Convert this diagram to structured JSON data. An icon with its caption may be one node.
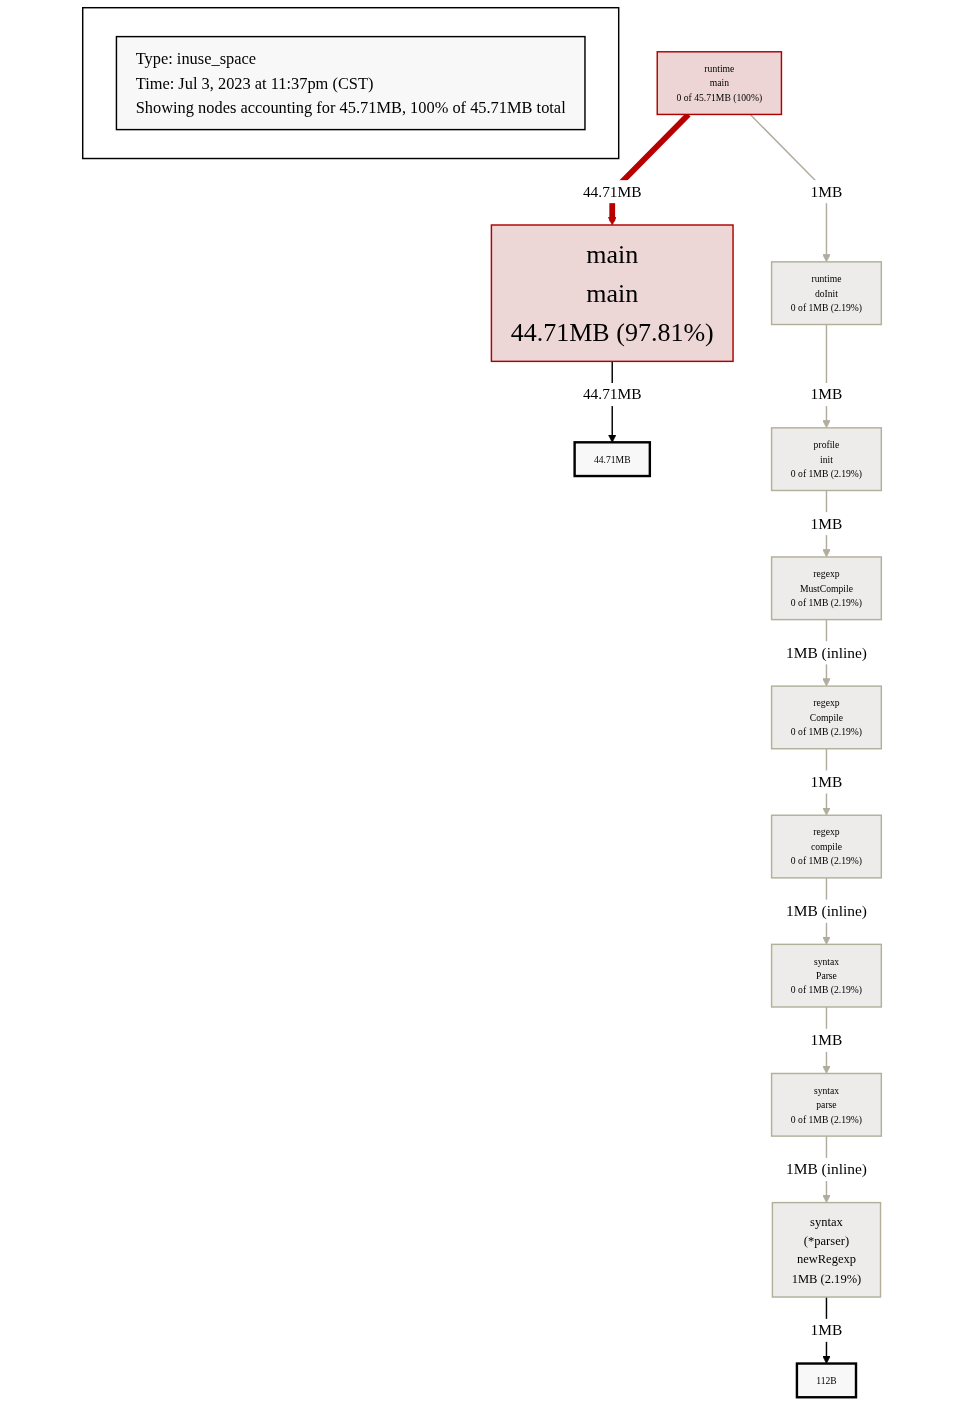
{
  "diagram": {
    "nodes": [
      {
        "text": [],
        "shape": "box"
      },
      {
        "text": [
          "Type: inuse_space",
          "Time: Jul 3, 2023 at 11:37pm (CST)",
          "Showing nodes accounting for 45.71MB, 100% of 45.71MB total"
        ],
        "in": 0
      },
      {
        "text": [
          "runtime",
          "main",
          "0 of 45.71MB (100%)"
        ]
      },
      {
        "text": [
          "main",
          "main",
          "44.71MB (97.81%)"
        ]
      },
      {
        "text": [
          "44.71MB"
        ]
      },
      {
        "text": [
          "runtime",
          "doInit",
          "0 of 1MB (2.19%)"
        ]
      },
      {
        "text": [
          "profile",
          "init",
          "0 of 1MB (2.19%)"
        ]
      },
      {
        "text": [
          "regexp",
          "MustCompile",
          "0 of 1MB (2.19%)"
        ]
      },
      {
        "text": [
          "regexp",
          "Compile",
          "0 of 1MB (2.19%)"
        ]
      },
      {
        "text": [
          "regexp",
          "compile",
          "0 of 1MB (2.19%)"
        ]
      },
      {
        "text": [
          "syntax",
          "Parse",
          "0 of 1MB (2.19%)"
        ]
      },
      {
        "text": [
          "syntax",
          "parse",
          "0 of 1MB (2.19%)"
        ]
      },
      {
        "text": [
          "syntax",
          "(*parser)",
          "newRegexp",
          "1MB (2.19%)"
        ]
      },
      {
        "text": [
          "112B"
        ]
      }
    ],
    "edges": [
      {
        "from": 2,
        "to": 3,
        "arrow": "to",
        "label": "44.71MB",
        "style": "thick",
        "color": "#b80000"
      },
      {
        "from": 2,
        "to": 5,
        "arrow": "to",
        "label": "1MB"
      },
      {
        "from": 3,
        "to": 4,
        "arrow": "to",
        "label": "44.71MB",
        "color": "#000000"
      },
      {
        "from": 5,
        "to": 6,
        "arrow": "to",
        "label": "1MB"
      },
      {
        "from": 6,
        "to": 7,
        "arrow": "to",
        "label": "1MB"
      },
      {
        "from": 7,
        "to": 8,
        "arrow": "to",
        "label": "1MB (inline)"
      },
      {
        "from": 8,
        "to": 9,
        "arrow": "to",
        "label": "1MB"
      },
      {
        "from": 9,
        "to": 10,
        "arrow": "to",
        "label": "1MB (inline)"
      },
      {
        "from": 10,
        "to": 11,
        "arrow": "to",
        "label": "1MB"
      },
      {
        "from": 11,
        "to": 12,
        "arrow": "to",
        "label": "1MB (inline)"
      },
      {
        "from": 12,
        "to": 13,
        "arrow": "to",
        "label": "1MB",
        "color": "#000000"
      }
    ]
  }
}
